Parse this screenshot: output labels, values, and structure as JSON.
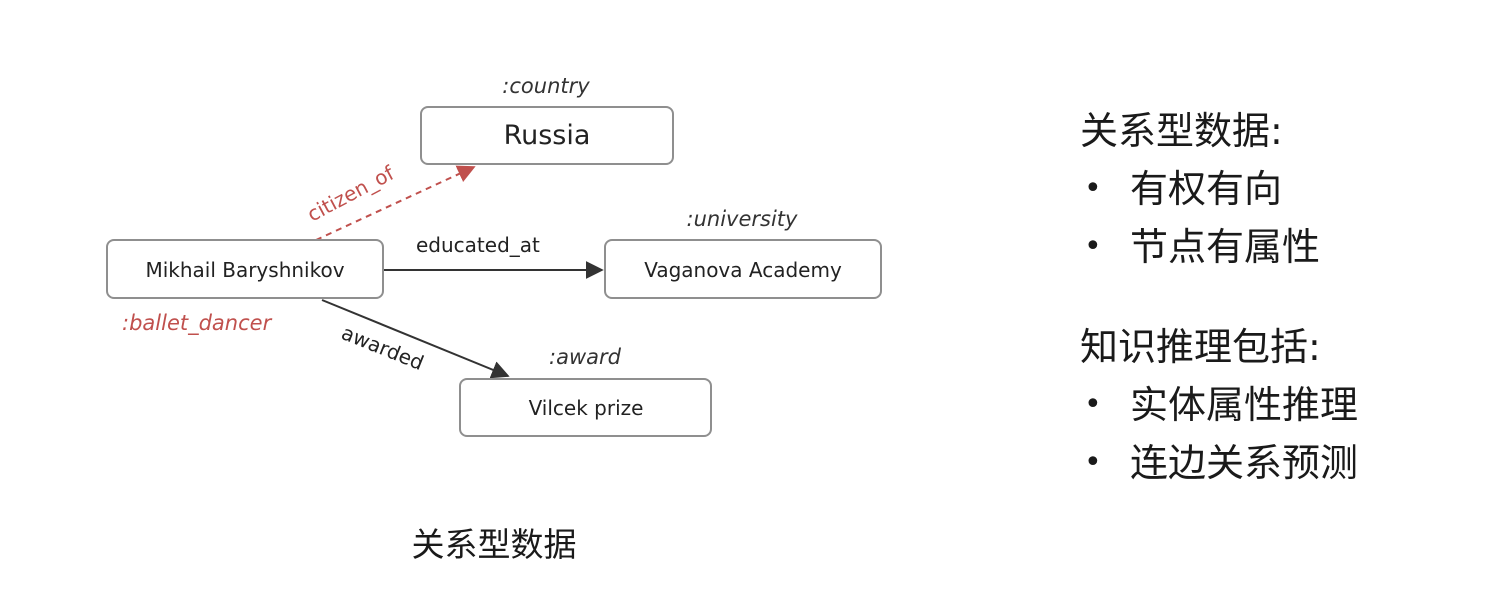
{
  "diagram": {
    "nodes": [
      {
        "id": "mikhail",
        "label": "Mikhail Baryshnikov",
        "type": ":ballet_dancer",
        "type_color": "#c0504d"
      },
      {
        "id": "russia",
        "label": "Russia",
        "type": ":country",
        "type_color": "#333333"
      },
      {
        "id": "vaganova",
        "label": "Vaganova Academy",
        "type": ":university",
        "type_color": "#333333"
      },
      {
        "id": "vilcek",
        "label": "Vilcek prize",
        "type": ":award",
        "type_color": "#333333"
      }
    ],
    "edges": [
      {
        "from": "mikhail",
        "to": "russia",
        "label": "citizen_of",
        "style": "dashed",
        "color": "#c0504d"
      },
      {
        "from": "mikhail",
        "to": "vaganova",
        "label": "educated_at",
        "style": "solid",
        "color": "#333333"
      },
      {
        "from": "mikhail",
        "to": "vilcek",
        "label": "awarded",
        "style": "solid",
        "color": "#333333"
      }
    ],
    "caption": "关系型数据"
  },
  "side_panel": {
    "sections": [
      {
        "heading": "关系型数据:",
        "items": [
          "有权有向",
          "节点有属性"
        ]
      },
      {
        "heading": "知识推理包括:",
        "items": [
          "实体属性推理",
          "连边关系预测"
        ]
      }
    ],
    "bullet": "•"
  }
}
